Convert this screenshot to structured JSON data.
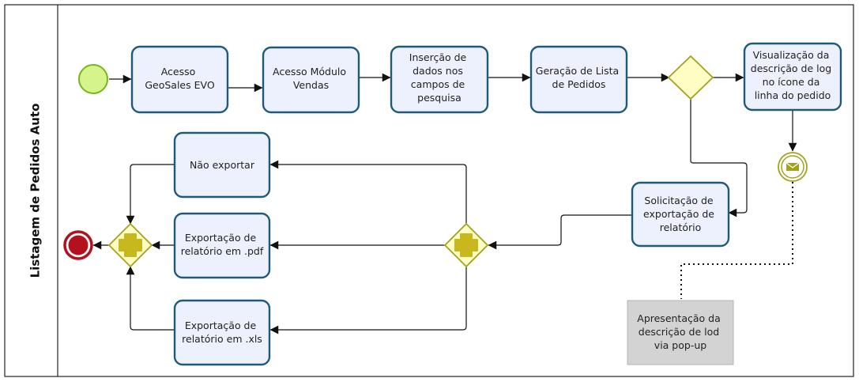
{
  "pool": {
    "lane_title": "Listagem de Pedidos Auto"
  },
  "tasks": {
    "acesso_geosales": [
      "Acesso",
      "GeoSales EVO"
    ],
    "acesso_modulo": [
      "Acesso Módulo",
      "Vendas"
    ],
    "insercao_dados": [
      "Inserção de",
      "dados nos",
      "campos de",
      "pesquisa"
    ],
    "geracao_lista": [
      "Geração de Lista",
      "de Pedidos"
    ],
    "visualizacao_log": [
      "Visualização da",
      "descrição de log",
      "no ícone da",
      "linha do pedido"
    ],
    "solicitacao_exportacao": [
      "Solicitação de",
      "exportação de",
      "relatório"
    ],
    "nao_exportar": [
      "Não exportar"
    ],
    "exportacao_pdf": [
      "Exportação de",
      "relatório em .pdf"
    ],
    "exportacao_xls": [
      "Exportação de",
      "relatório em .xls"
    ]
  },
  "annotation": {
    "text": [
      "Apresentação da",
      "descrição de lod",
      "via pop-up"
    ]
  },
  "colors": {
    "task_fill": "#ecf1fd",
    "task_stroke": "#1f5a7a",
    "start_fill": "#d5f58c",
    "start_stroke": "#7ab51d",
    "end_fill": "#b5101e",
    "gateway_fill": "#fffdc4",
    "gateway_stroke": "#a3a21e",
    "annotation_fill": "#d3d3d3"
  }
}
